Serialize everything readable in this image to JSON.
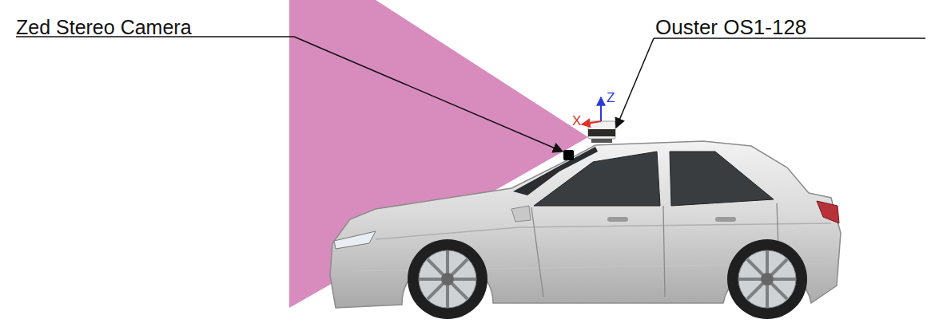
{
  "diagram": {
    "labels": [
      "Zed Stereo Camera",
      "Ouster OS1-128",
      "X",
      "Z"
    ]
  }
}
